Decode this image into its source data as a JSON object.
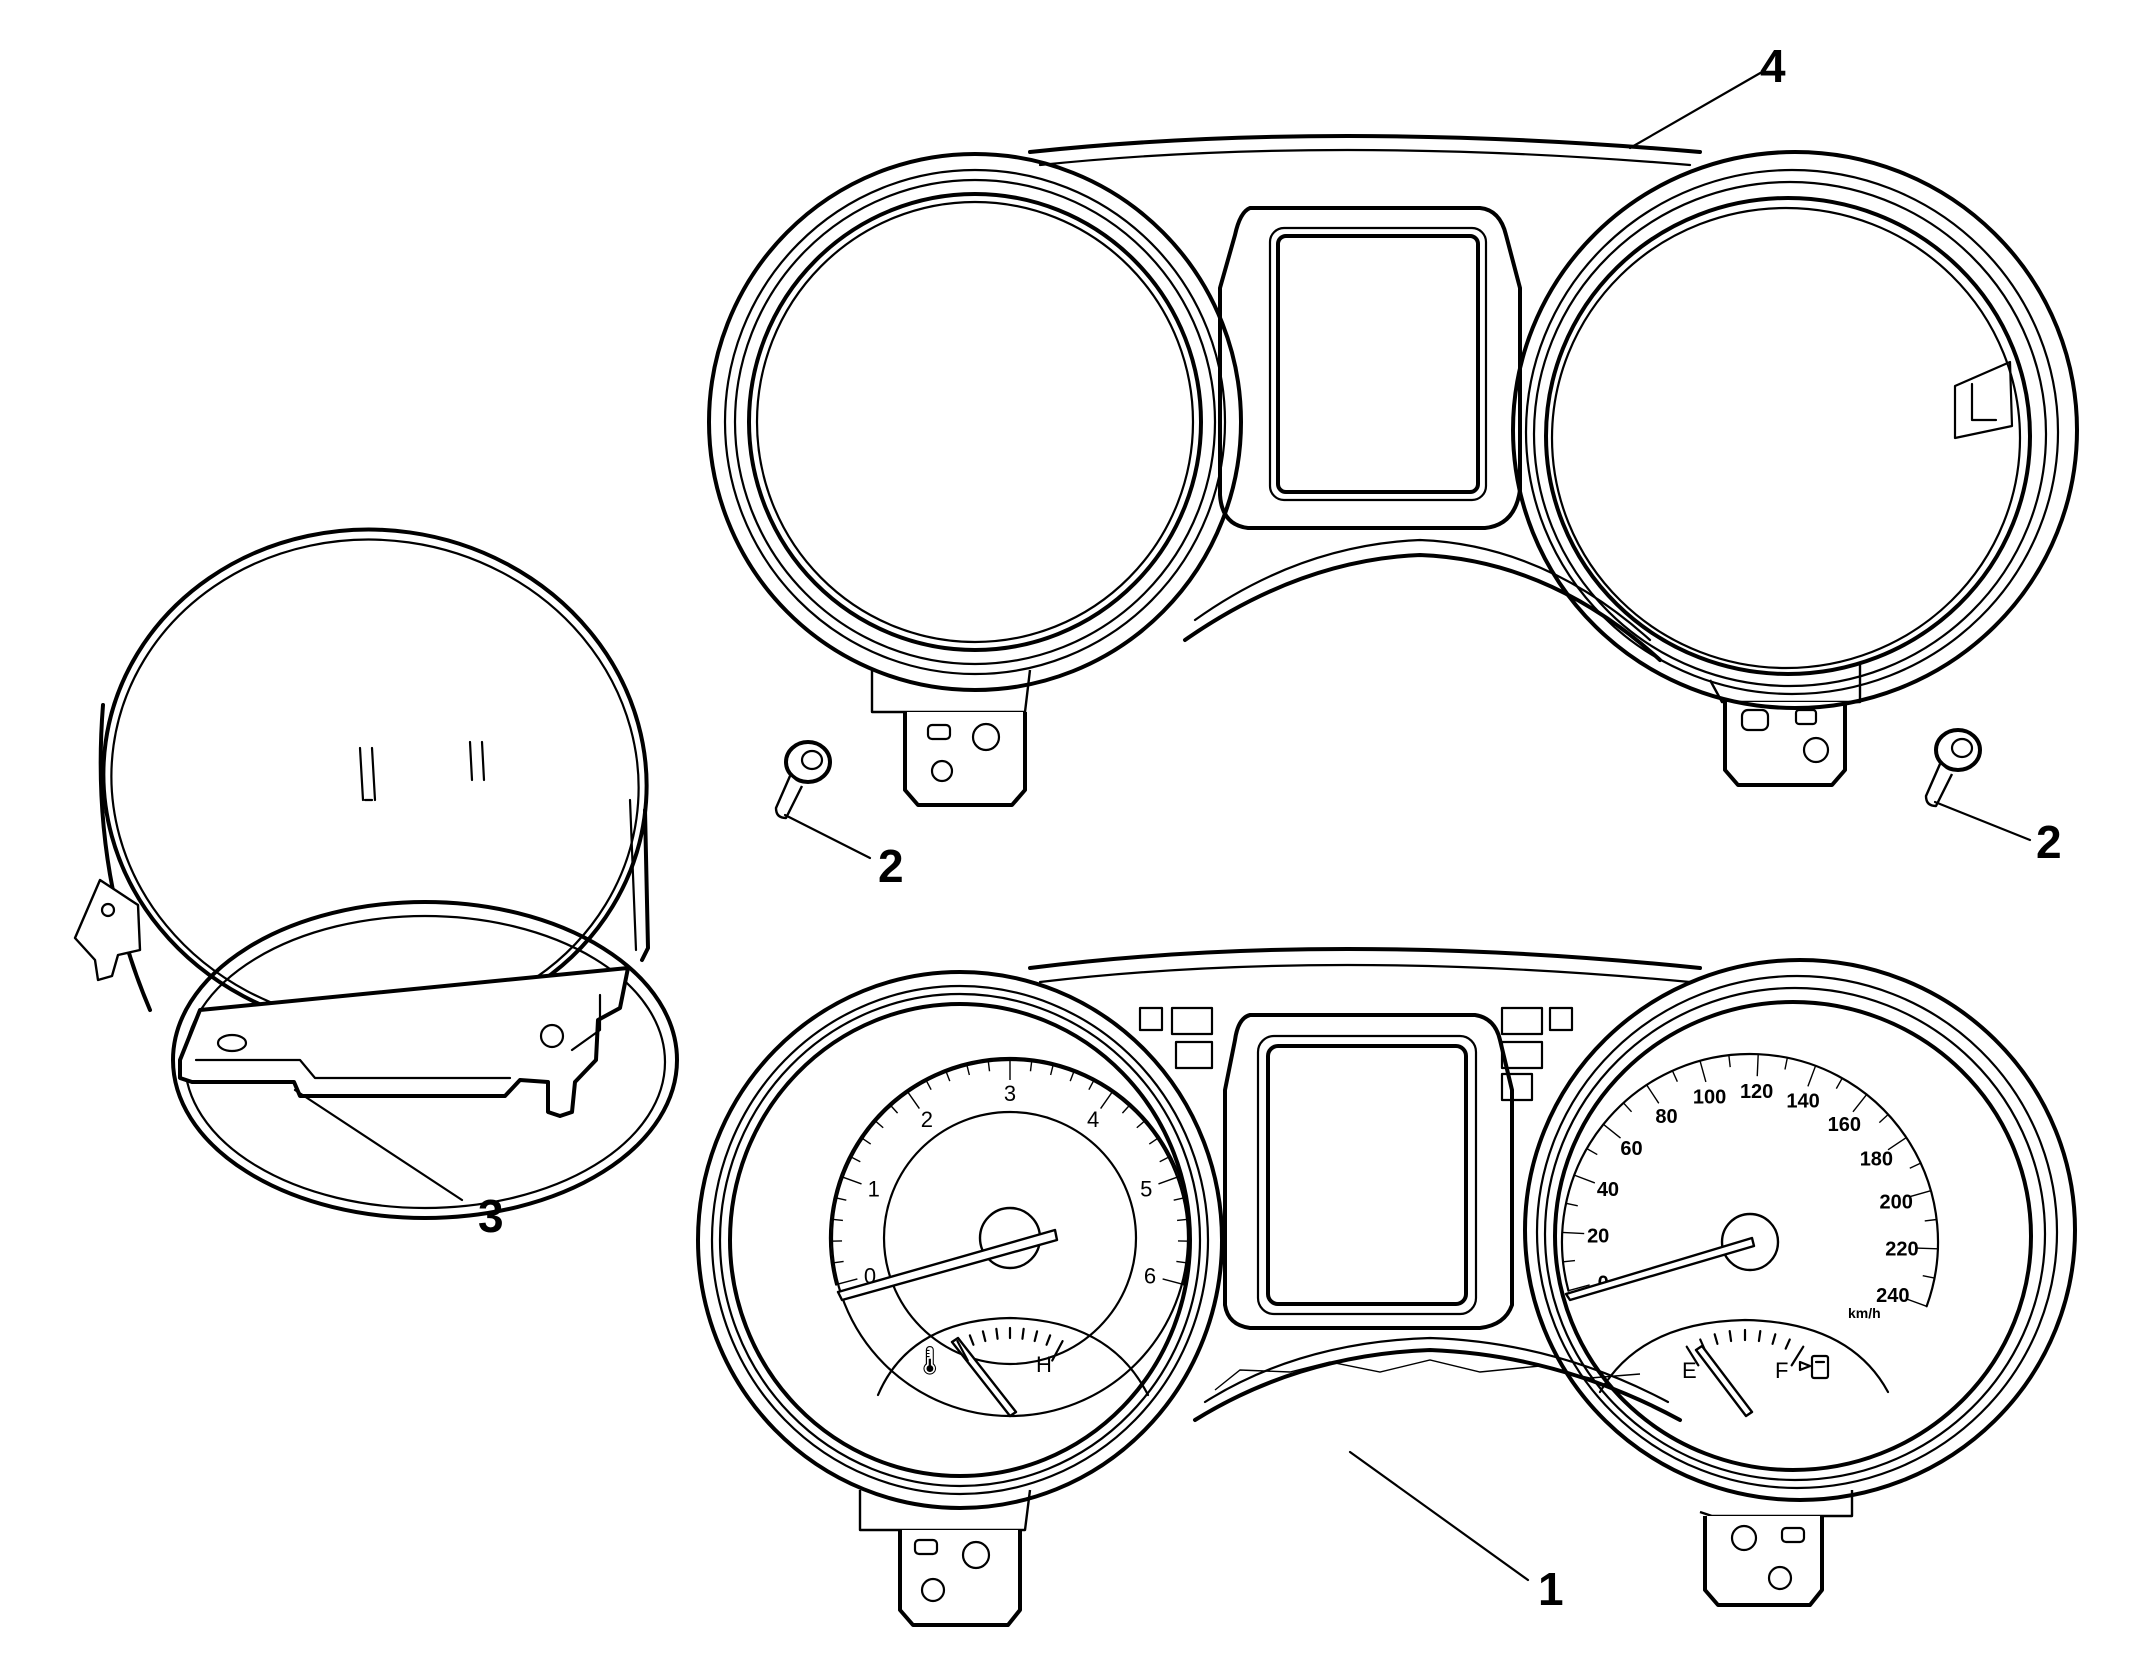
{
  "callouts": [
    {
      "id": "cluster",
      "label": "1"
    },
    {
      "id": "screw-left",
      "label": "2"
    },
    {
      "id": "screw-right",
      "label": "2"
    },
    {
      "id": "hood",
      "label": "3"
    },
    {
      "id": "lens",
      "label": "4"
    }
  ],
  "tachometer": {
    "ticks": [
      "0",
      "1",
      "2",
      "3",
      "4",
      "5",
      "6"
    ],
    "temp_gauge": {
      "hot_label": "H",
      "icon": "coolant-temperature-icon"
    }
  },
  "speedometer": {
    "ticks": [
      "0",
      "20",
      "40",
      "60",
      "80",
      "100",
      "120",
      "140",
      "160",
      "180",
      "200",
      "220",
      "240"
    ],
    "unit": "km/h",
    "fuel_gauge": {
      "empty_label": "E",
      "full_label": "F",
      "icon": "fuel-pump-icon"
    }
  }
}
